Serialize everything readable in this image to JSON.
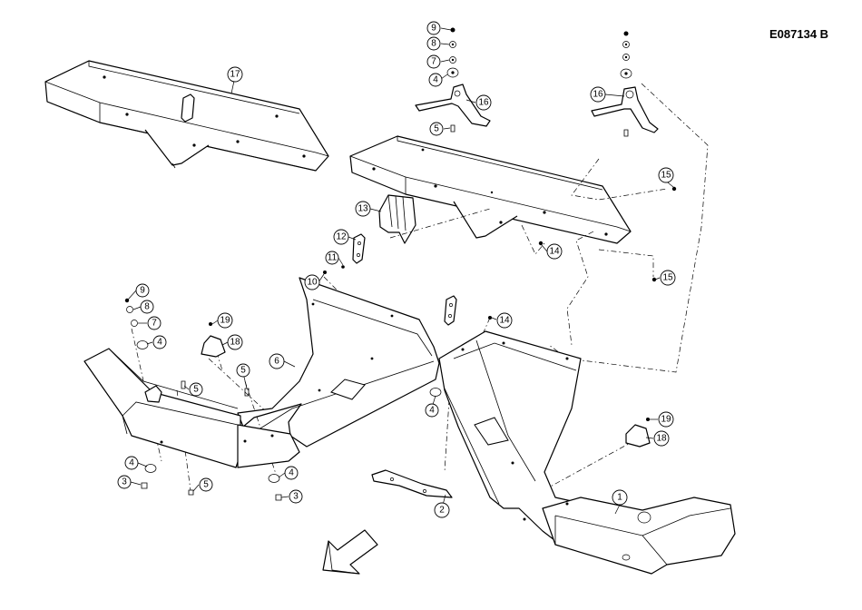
{
  "drawing_reference": "E087134  B",
  "callouts": [
    {
      "id": "c17",
      "label": "17"
    },
    {
      "id": "c9a",
      "label": "9"
    },
    {
      "id": "c8a",
      "label": "8"
    },
    {
      "id": "c7a",
      "label": "7"
    },
    {
      "id": "c4a",
      "label": "4"
    },
    {
      "id": "c5a",
      "label": "5"
    },
    {
      "id": "c16a",
      "label": "16"
    },
    {
      "id": "c16b",
      "label": "16"
    },
    {
      "id": "c15a",
      "label": "15"
    },
    {
      "id": "c13",
      "label": "13"
    },
    {
      "id": "c12",
      "label": "12"
    },
    {
      "id": "c11",
      "label": "11"
    },
    {
      "id": "c14a",
      "label": "14"
    },
    {
      "id": "c15b",
      "label": "15"
    },
    {
      "id": "c10",
      "label": "10"
    },
    {
      "id": "c9b",
      "label": "9"
    },
    {
      "id": "c8b",
      "label": "8"
    },
    {
      "id": "c7b",
      "label": "7"
    },
    {
      "id": "c4b",
      "label": "4"
    },
    {
      "id": "c19a",
      "label": "19"
    },
    {
      "id": "c18a",
      "label": "18"
    },
    {
      "id": "c6",
      "label": "6"
    },
    {
      "id": "c14b",
      "label": "14"
    },
    {
      "id": "c5b",
      "label": "5"
    },
    {
      "id": "c5c",
      "label": "5"
    },
    {
      "id": "c4c",
      "label": "4"
    },
    {
      "id": "c4d",
      "label": "4"
    },
    {
      "id": "c3a",
      "label": "3"
    },
    {
      "id": "c5d",
      "label": "5"
    },
    {
      "id": "c4e",
      "label": "4"
    },
    {
      "id": "c3b",
      "label": "3"
    },
    {
      "id": "c2",
      "label": "2"
    },
    {
      "id": "c19b",
      "label": "19"
    },
    {
      "id": "c18b",
      "label": "18"
    },
    {
      "id": "c1",
      "label": "1"
    }
  ]
}
